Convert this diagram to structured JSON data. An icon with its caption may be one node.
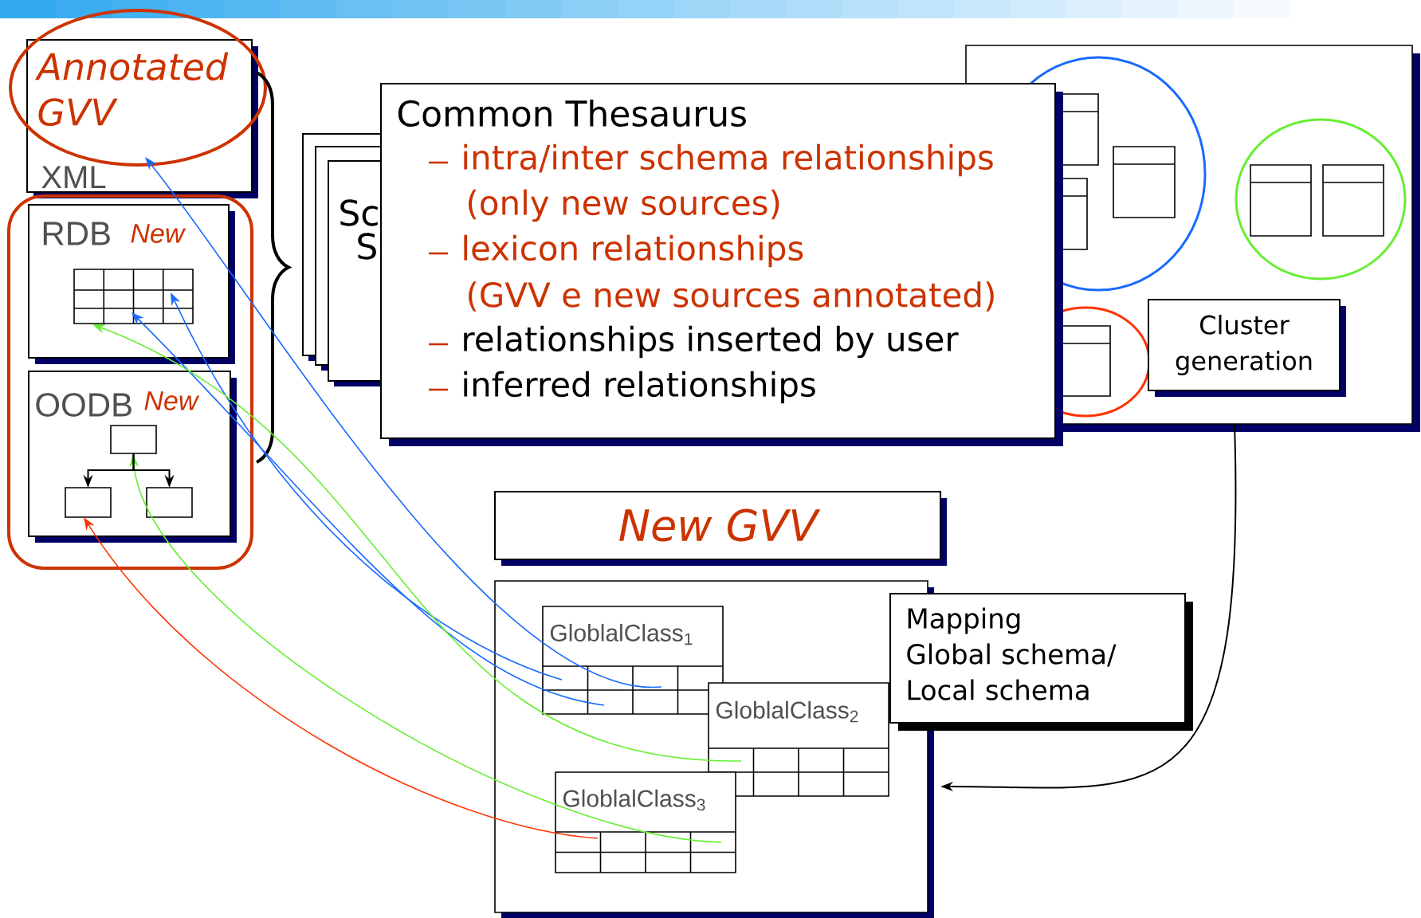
{
  "diagram": {
    "nodes": [
      {
        "text": [
          "Annotated GVV",
          "XML"
        ]
      },
      {
        "text": [
          "RDB",
          "New"
        ]
      },
      {
        "text": [],
        "shape": "table",
        "in": 1
      },
      {
        "text": [
          "OODB",
          "New"
        ]
      },
      {
        "text": [],
        "shape": "box",
        "in": 3
      },
      {
        "text": [],
        "shape": "box",
        "in": 3
      },
      {
        "text": [],
        "shape": "box",
        "in": 3
      },
      {
        "text": [
          "Common Thesaurus",
          "intra/inter schema relationships",
          "(only new sources)",
          "lexicon relationships",
          "(GVV e new sources annotated)",
          "relationships inserted by user",
          "inferred relationships"
        ]
      },
      {
        "text": [],
        "shape": "box"
      },
      {
        "text": [
          "Cluster generation"
        ],
        "in": 8
      },
      {
        "text": [
          "New GVV"
        ]
      },
      {
        "text": [],
        "shape": "box"
      },
      {
        "text": [
          "GloblalClass$_{1}$"
        ],
        "in": 11
      },
      {
        "text": [
          "GloblalClass$_{2}$"
        ],
        "in": 11
      },
      {
        "text": [
          "GloblalClass$_{3}$"
        ],
        "in": 11
      },
      {
        "text": [
          "Mapping",
          "Global schema/ Local schema"
        ]
      }
    ],
    "edges": [
      {
        "from": 12,
        "to": 0,
        "arrow": "to",
        "color": "#1a6aff"
      },
      {
        "from": 12,
        "to": 2,
        "arrow": "to",
        "color": "#1a6aff"
      },
      {
        "from": 12,
        "to": 2,
        "arrow": "to",
        "color": "#1a6aff"
      },
      {
        "from": 13,
        "to": 2,
        "arrow": "to",
        "color": "#66ee33"
      },
      {
        "from": 14,
        "to": 4,
        "arrow": "to",
        "color": "#66ee33"
      },
      {
        "from": 14,
        "to": 5,
        "arrow": "to",
        "color": "#ff3300"
      },
      {
        "from": 4,
        "to": 5,
        "arrow": "to",
        "color": "#000000"
      },
      {
        "from": 4,
        "to": 6,
        "arrow": "to",
        "color": "#000000"
      },
      {
        "from": 8,
        "to": 11,
        "arrow": "to",
        "color": "#000000"
      }
    ],
    "labels": [
      "Sc",
      "S"
    ]
  }
}
